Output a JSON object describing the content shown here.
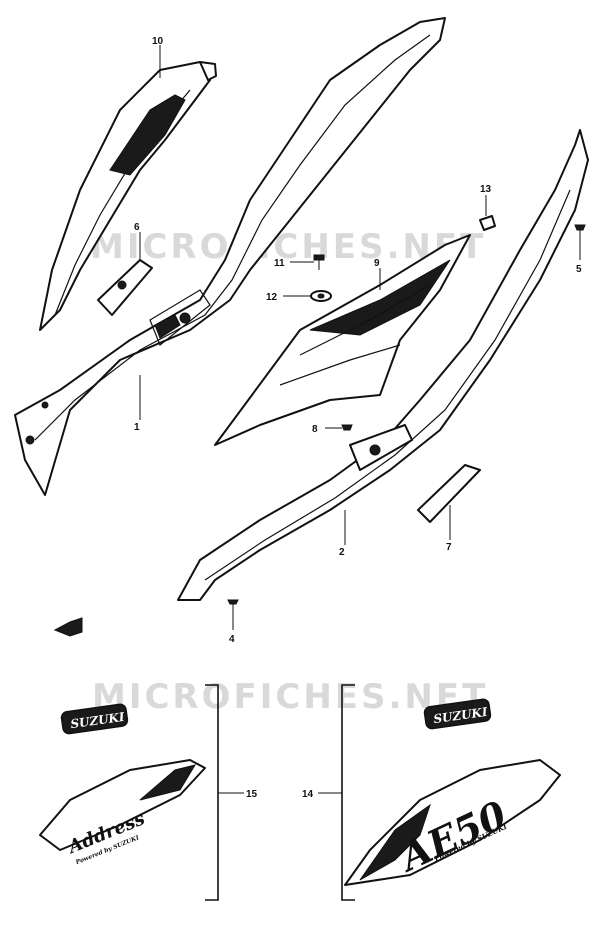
{
  "watermark": {
    "text": "MICROFICHES.NET"
  },
  "callouts": [
    {
      "id": "1",
      "label": "1"
    },
    {
      "id": "2",
      "label": "2"
    },
    {
      "id": "4",
      "label": "4"
    },
    {
      "id": "5",
      "label": "5"
    },
    {
      "id": "6",
      "label": "6"
    },
    {
      "id": "7",
      "label": "7"
    },
    {
      "id": "8",
      "label": "8"
    },
    {
      "id": "9",
      "label": "9"
    },
    {
      "id": "10",
      "label": "10"
    },
    {
      "id": "11",
      "label": "11"
    },
    {
      "id": "12",
      "label": "12"
    },
    {
      "id": "13",
      "label": "13"
    },
    {
      "id": "14",
      "label": "14"
    },
    {
      "id": "15",
      "label": "15"
    }
  ],
  "emblems": {
    "suzuki_left": "SUZUKI",
    "suzuki_right": "SUZUKI",
    "address_logo": "Address",
    "address_sub": "Powered by SUZUKI",
    "ae50_logo": "AE50",
    "ae50_sub": "Powered by SUZUKI"
  }
}
